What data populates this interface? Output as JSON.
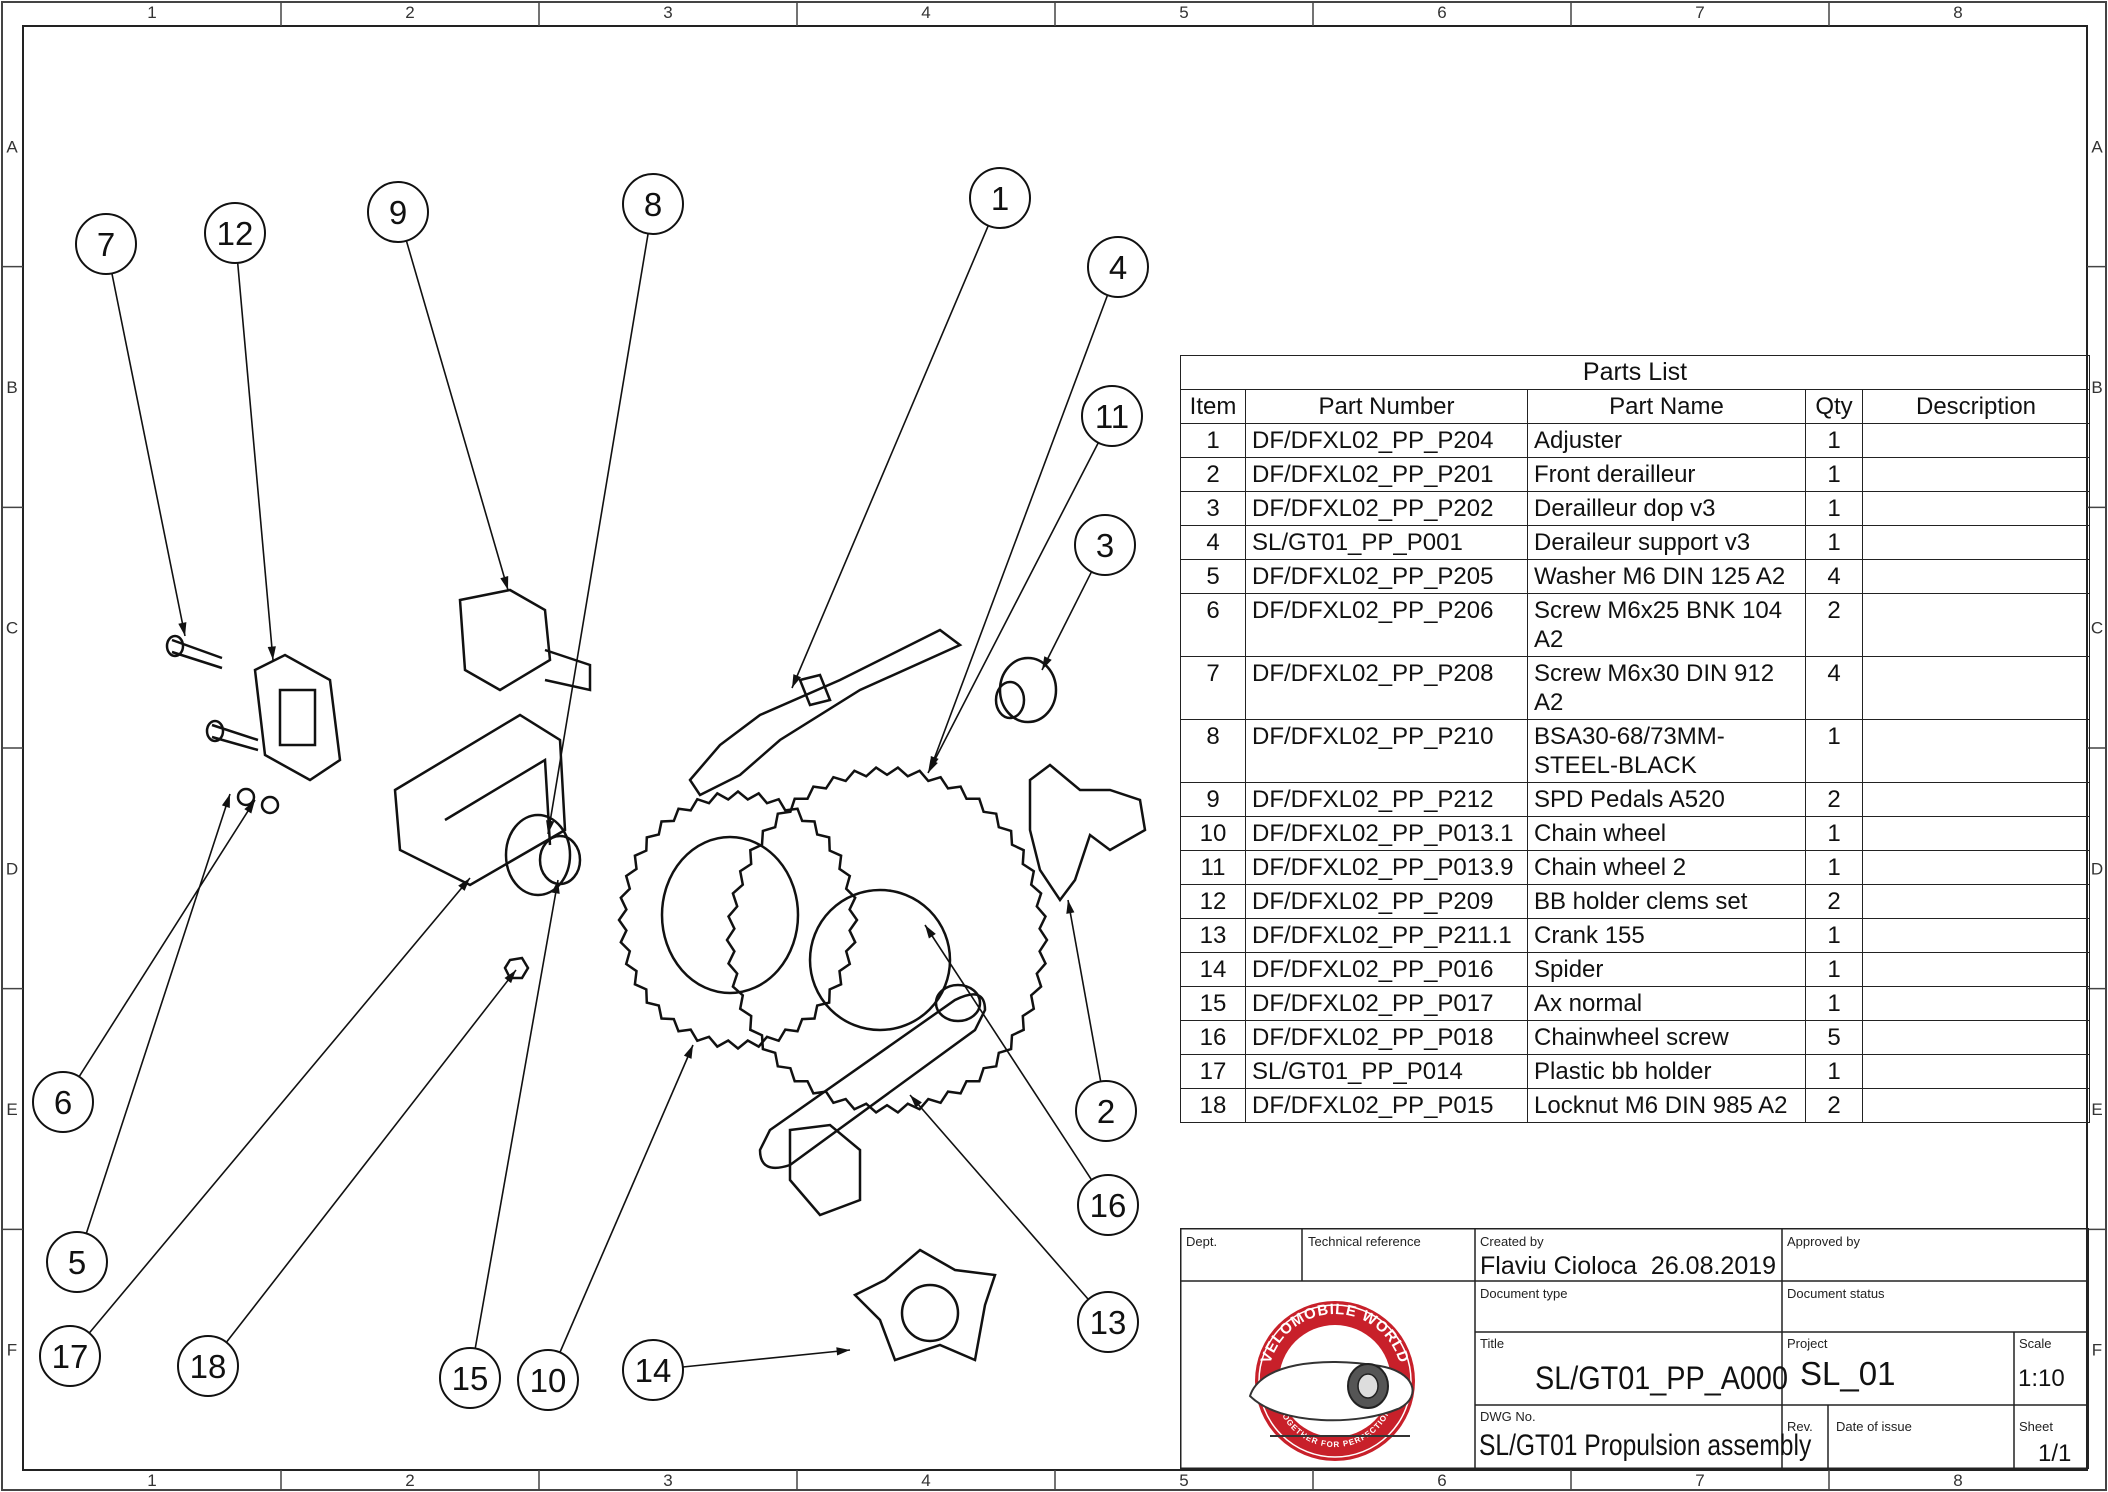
{
  "frame": {
    "columns": [
      "1",
      "2",
      "3",
      "4",
      "5",
      "6",
      "7",
      "8"
    ],
    "rows": [
      "A",
      "B",
      "C",
      "D",
      "E",
      "F"
    ]
  },
  "callouts": [
    "1",
    "2",
    "3",
    "4",
    "5",
    "6",
    "7",
    "8",
    "9",
    "10",
    "11",
    "12",
    "13",
    "14",
    "15",
    "16",
    "17",
    "18"
  ],
  "parts_list": {
    "title": "Parts List",
    "headers": [
      "Item",
      "Part Number",
      "Part Name",
      "Qty",
      "Description"
    ],
    "rows": [
      {
        "item": "1",
        "part_number": "DF/DFXL02_PP_P204",
        "part_name": "Adjuster",
        "qty": "1",
        "description": ""
      },
      {
        "item": "2",
        "part_number": "DF/DFXL02_PP_P201",
        "part_name": "Front derailleur",
        "qty": "1",
        "description": ""
      },
      {
        "item": "3",
        "part_number": "DF/DFXL02_PP_P202",
        "part_name": "Derailleur dop v3",
        "qty": "1",
        "description": ""
      },
      {
        "item": "4",
        "part_number": "SL/GT01_PP_P001",
        "part_name": "Deraileur support v3",
        "qty": "1",
        "description": ""
      },
      {
        "item": "5",
        "part_number": "DF/DFXL02_PP_P205",
        "part_name": "Washer M6 DIN 125 A2",
        "qty": "4",
        "description": ""
      },
      {
        "item": "6",
        "part_number": "DF/DFXL02_PP_P206",
        "part_name": "Screw M6x25 BNK 104 A2",
        "qty": "2",
        "description": ""
      },
      {
        "item": "7",
        "part_number": "DF/DFXL02_PP_P208",
        "part_name": "Screw M6x30 DIN 912 A2",
        "qty": "4",
        "description": ""
      },
      {
        "item": "8",
        "part_number": "DF/DFXL02_PP_P210",
        "part_name": "BSA30-68/73MM-STEEL-BLACK",
        "qty": "1",
        "description": ""
      },
      {
        "item": "9",
        "part_number": "DF/DFXL02_PP_P212",
        "part_name": "SPD Pedals A520",
        "qty": "2",
        "description": ""
      },
      {
        "item": "10",
        "part_number": "DF/DFXL02_PP_P013.1",
        "part_name": "Chain wheel",
        "qty": "1",
        "description": ""
      },
      {
        "item": "11",
        "part_number": "DF/DFXL02_PP_P013.9",
        "part_name": "Chain wheel 2",
        "qty": "1",
        "description": ""
      },
      {
        "item": "12",
        "part_number": "DF/DFXL02_PP_P209",
        "part_name": "BB holder clems set",
        "qty": "2",
        "description": ""
      },
      {
        "item": "13",
        "part_number": "DF/DFXL02_PP_P211.1",
        "part_name": "Crank 155",
        "qty": "1",
        "description": ""
      },
      {
        "item": "14",
        "part_number": "DF/DFXL02_PP_P016",
        "part_name": "Spider",
        "qty": "1",
        "description": ""
      },
      {
        "item": "15",
        "part_number": "DF/DFXL02_PP_P017",
        "part_name": "Ax normal",
        "qty": "1",
        "description": ""
      },
      {
        "item": "16",
        "part_number": "DF/DFXL02_PP_P018",
        "part_name": "Chainwheel screw",
        "qty": "5",
        "description": ""
      },
      {
        "item": "17",
        "part_number": "SL/GT01_PP_P014",
        "part_name": "Plastic bb holder",
        "qty": "1",
        "description": ""
      },
      {
        "item": "18",
        "part_number": "DF/DFXL02_PP_P015",
        "part_name": "Locknut M6 DIN 985 A2",
        "qty": "2",
        "description": ""
      }
    ]
  },
  "title_block": {
    "dept_label": "Dept.",
    "techref_label": "Technical reference",
    "created_by_label": "Created by",
    "created_by": "Flaviu Cioloca",
    "created_date": "26.08.2019",
    "approved_by_label": "Approved by",
    "doc_type_label": "Document type",
    "doc_status_label": "Document status",
    "title_label": "Title",
    "title": "SL/GT01_PP_A000",
    "project_label": "Project",
    "project": "SL_01",
    "scale_label": "Scale",
    "scale": "1:10",
    "dwg_label": "DWG No.",
    "dwg_no": "SL/GT01 Propulsion assembly",
    "rev_label": "Rev.",
    "date_issue_label": "Date of issue",
    "sheet_label": "Sheet",
    "sheet": "1/1",
    "logo_top": "VELOMOBILE WORLD",
    "logo_bottom": "TOGETHER FOR PERFECTION"
  }
}
